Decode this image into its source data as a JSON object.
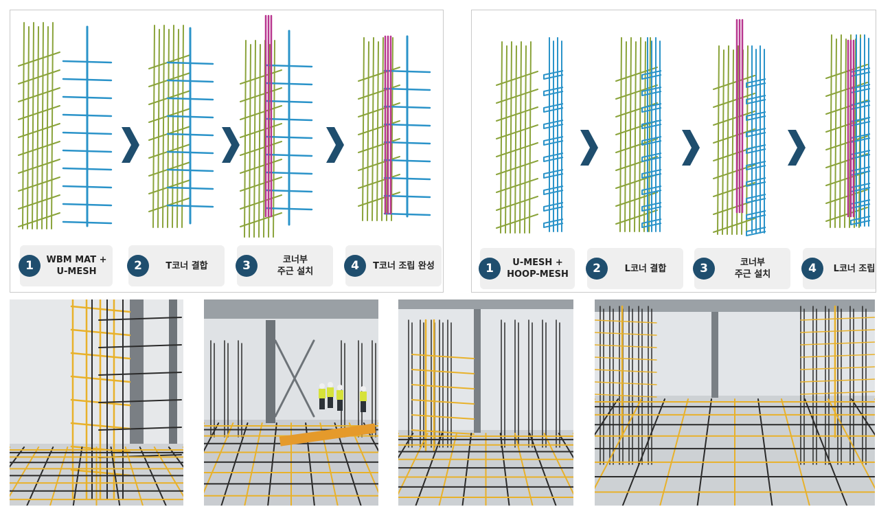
{
  "panels": {
    "t_corner": {
      "steps": [
        {
          "num": "1",
          "label": "WBM MAT +\nU-MESH"
        },
        {
          "num": "2",
          "label": "T코너 결합"
        },
        {
          "num": "3",
          "label": "코너부\n주근 설치"
        },
        {
          "num": "4",
          "label": "T코너 조립 완성"
        }
      ]
    },
    "l_corner": {
      "steps": [
        {
          "num": "1",
          "label": "U-MESH +\nHOOP-MESH"
        },
        {
          "num": "2",
          "label": "L코너 결합"
        },
        {
          "num": "3",
          "label": "코너부\n주근 설치"
        },
        {
          "num": "4",
          "label": "L코너 조립"
        }
      ]
    }
  },
  "colors": {
    "mat_green": "#8aa33a",
    "mesh_blue": "#2a93c9",
    "main_bar_magenta": "#b8368f",
    "arrow_navy": "#1f4e6e",
    "step_badge": "#1f4e6e",
    "step_box": "#efefef",
    "rebar_yellow": "#e8b12a",
    "rebar_black": "#2a2a2a"
  },
  "icons": {
    "step_arrow": "chevron-right-icon"
  },
  "photos": [
    {
      "name": "photo-tall-corner-rebar"
    },
    {
      "name": "photo-workers-on-mat"
    },
    {
      "name": "photo-corner-assembly"
    },
    {
      "name": "photo-wide-rebar-floor"
    }
  ]
}
